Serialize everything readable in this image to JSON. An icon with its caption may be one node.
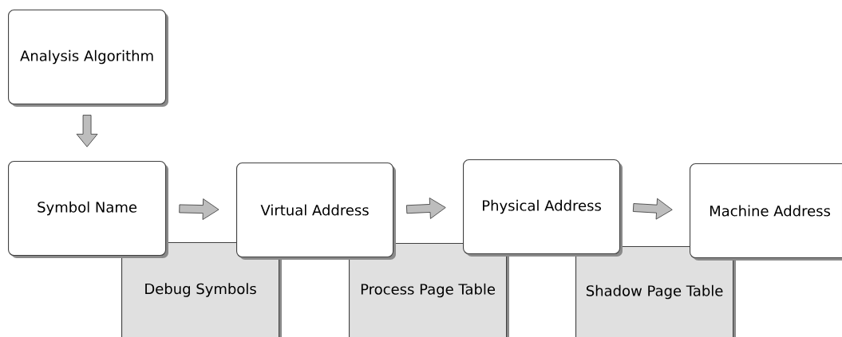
{
  "diagram": {
    "nodes": [
      {
        "text": [
          "Analysis Algorithm"
        ]
      },
      {
        "text": [
          "Symbol Name"
        ]
      },
      {
        "text": [
          "Virtual Address"
        ]
      },
      {
        "text": [
          "Physical Address"
        ]
      },
      {
        "text": [
          "Machine Address"
        ]
      },
      {
        "text": [
          "Debug Symbols"
        ]
      },
      {
        "text": [
          "Process Page Table"
        ]
      },
      {
        "text": [
          "Shadow Page Table"
        ]
      }
    ],
    "edges": [
      {
        "from": 0,
        "to": 1,
        "arrow": "to"
      },
      {
        "from": 1,
        "to": 2,
        "arrow": "to"
      },
      {
        "from": 2,
        "to": 3,
        "arrow": "to"
      },
      {
        "from": 3,
        "to": 4,
        "arrow": "to"
      }
    ]
  }
}
